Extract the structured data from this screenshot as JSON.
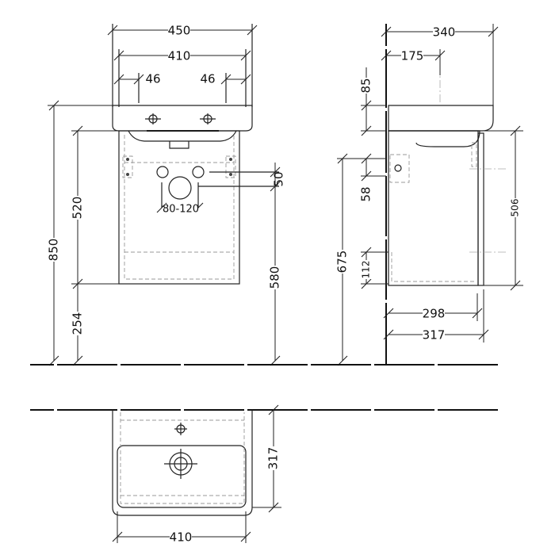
{
  "front_view": {
    "dims": {
      "width_total": "450",
      "width_inner": "410",
      "tap_left": "46",
      "tap_right": "46",
      "height_total": "850",
      "cabinet_height": "520",
      "floor_clearance": "254",
      "drain_height": "580",
      "drain_offset": "50",
      "drain_spacing": "80-120"
    }
  },
  "side_view": {
    "dims": {
      "depth_total": "340",
      "tap_depth": "175",
      "basin_height": "85",
      "bracket": "58",
      "bracket_height": "675",
      "bottom_offset": "112",
      "cabinet_height": "506",
      "cabinet_depth_inner": "298",
      "cabinet_depth": "317"
    }
  },
  "top_view": {
    "dims": {
      "depth": "317",
      "width": "410"
    }
  }
}
